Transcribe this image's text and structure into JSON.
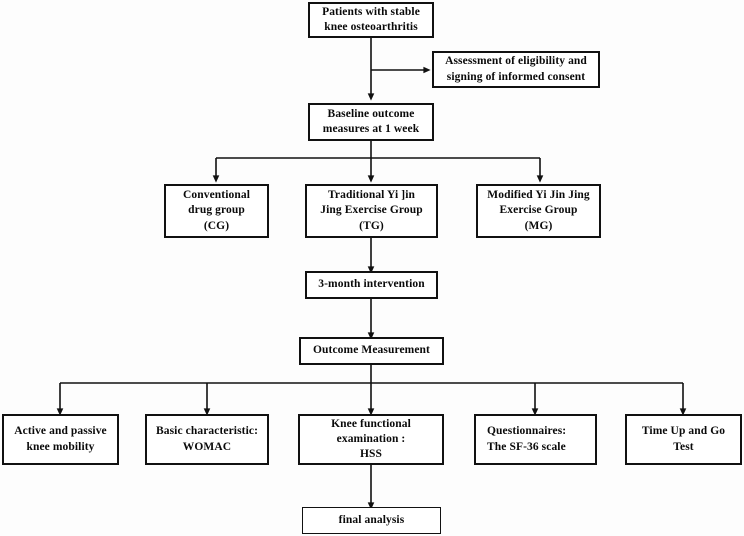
{
  "diagram": {
    "title": "Study flow diagram: stable knee osteoarthritis exercise trial",
    "type": "flowchart",
    "background_color": "#fdfdfd",
    "border_color": "#111111",
    "text_color": "#0a0a0a"
  },
  "nodes": {
    "enrollment": {
      "line1": "Patients with stable",
      "line2": "knee osteoarthritis"
    },
    "consent": {
      "line1": "Assessment of eligibility and",
      "line2": "signing of informed consent"
    },
    "baseline": {
      "line1": "Baseline outcome",
      "line2": "measures at 1 week"
    },
    "group_cg": {
      "line1": "Conventional",
      "line2": "drug group",
      "line3": "(CG)"
    },
    "group_tg": {
      "line1": "Traditional Yi ]in",
      "line2": "Jing Exercise Group",
      "line3": "(TG)"
    },
    "group_mg": {
      "line1": "Modified Yi Jin Jing",
      "line2": "Exercise Group",
      "line3": "(MG)"
    },
    "intervention": {
      "line1": "3-month intervention"
    },
    "outcome": {
      "line1": "Outcome Measurement"
    },
    "outcome_mobility": {
      "line1": "Active and passive",
      "line2": "knee mobility"
    },
    "outcome_womac": {
      "line1": "Basic characteristic:",
      "line2": "WOMAC"
    },
    "outcome_hss": {
      "line1": "Knee functional",
      "line2": "examination :",
      "line3": "HSS"
    },
    "outcome_sf36": {
      "line1": "Questionnaires:",
      "line2": "The SF-36 scale"
    },
    "outcome_tug": {
      "line1": "Time Up and Go",
      "line2": "Test"
    },
    "final": {
      "line1": "final analysis"
    }
  }
}
